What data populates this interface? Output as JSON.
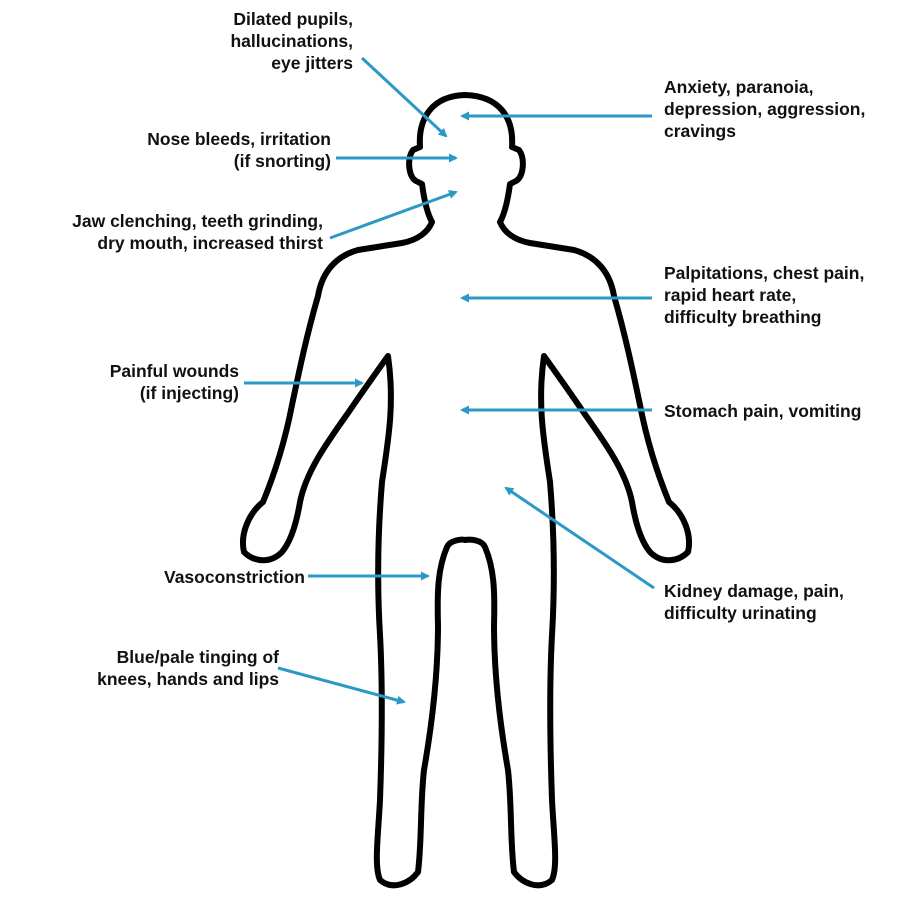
{
  "colors": {
    "arrow": "#2a9ac4",
    "outline": "#000000",
    "text": "#111111",
    "background": "#ffffff"
  },
  "annotations": [
    {
      "id": "eyes",
      "side": "left",
      "lines": [
        "Dilated pupils,",
        "hallucinations,",
        "eye jitters"
      ]
    },
    {
      "id": "nose",
      "side": "left",
      "lines": [
        "Nose bleeds, irritation",
        "(if snorting)"
      ]
    },
    {
      "id": "jaw",
      "side": "left",
      "lines": [
        "Jaw clenching, teeth grinding,",
        "dry mouth, increased thirst"
      ]
    },
    {
      "id": "arm",
      "side": "left",
      "lines": [
        "Painful wounds",
        "(if injecting)"
      ]
    },
    {
      "id": "vaso",
      "side": "left",
      "lines": [
        "Vasoconstriction"
      ]
    },
    {
      "id": "skin",
      "side": "left",
      "lines": [
        "Blue/pale tinging of",
        "knees, hands and lips"
      ]
    },
    {
      "id": "brain",
      "side": "right",
      "lines": [
        "Anxiety, paranoia,",
        "depression, aggression,",
        "cravings"
      ]
    },
    {
      "id": "chest",
      "side": "right",
      "lines": [
        "Palpitations, chest pain,",
        "rapid heart rate,",
        "difficulty breathing"
      ]
    },
    {
      "id": "stomach",
      "side": "right",
      "lines": [
        "Stomach pain, vomiting"
      ]
    },
    {
      "id": "kidney",
      "side": "right",
      "lines": [
        "Kidney damage, pain,",
        "difficulty urinating"
      ]
    }
  ]
}
